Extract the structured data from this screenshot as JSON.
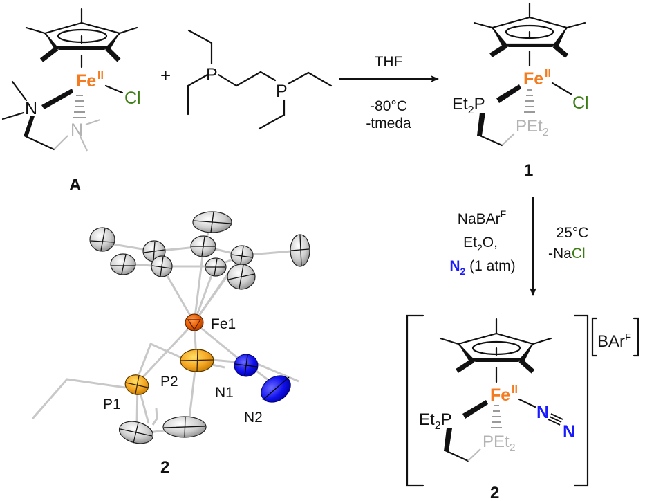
{
  "scheme": {
    "title": "Synthesis of Cp*Fe(depe) dinitrogen complex",
    "colors": {
      "iron": "#f47b20",
      "chlorine": "#3a7d12",
      "nitrogen": "#1a1aff",
      "phosphorus_xtal": "#f5a623",
      "faded_ligand": "#b3b3b3",
      "ink": "#111111"
    },
    "compound_A": {
      "label": "A",
      "metal": "Fe",
      "oxidation_state": "II",
      "halide": "Cl",
      "amine_front": "N",
      "amine_back": "N"
    },
    "plus_sign": "+",
    "ligand_depe": {
      "p1": "P",
      "p2": "P"
    },
    "step1": {
      "above_arrow": "THF",
      "below_arrow_line1": "-80°C",
      "below_arrow_line2": "-tmeda"
    },
    "compound_1": {
      "label": "1",
      "metal": "Fe",
      "oxidation_state": "II",
      "halide": "Cl",
      "phosphine_front": "Et",
      "phosphine_front_sub": "2",
      "phosphine_front_atom": "P",
      "phosphine_back_atom": "PEt",
      "phosphine_back_sub": "2"
    },
    "step2": {
      "left_line1": "NaBAr",
      "left_line1_sup": "F",
      "left_line2_a": "Et",
      "left_line2_sub": "2",
      "left_line2_b": "O,",
      "left_line3_n": "N",
      "left_line3_sub": "2",
      "left_line3_rest": " (1 atm)",
      "right_line1": "25°C",
      "right_line2_a": "-Na",
      "right_line2_cl": "Cl"
    },
    "compound_2": {
      "label": "2",
      "metal": "Fe",
      "oxidation_state": "II",
      "ligand_n1": "N",
      "ligand_n2": "N",
      "phosphine_front": "Et",
      "phosphine_front_sub": "2",
      "phosphine_front_atom": "P",
      "phosphine_back_atom": "PEt",
      "phosphine_back_sub": "2",
      "counterion": "BAr",
      "counterion_sup": "F"
    },
    "crystal_structure": {
      "label": "2",
      "atoms": [
        "Fe1",
        "P1",
        "P2",
        "N1",
        "N2"
      ]
    }
  }
}
